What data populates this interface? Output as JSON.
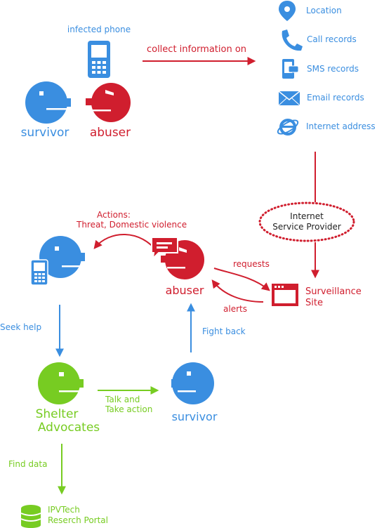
{
  "colors": {
    "red": "#d01e2e",
    "blue": "#3a8ee0",
    "green": "#77cc22",
    "gray": "#444444"
  },
  "top": {
    "infected_phone": "infected phone",
    "collect_info": "collect information on",
    "survivor": "survivor",
    "abuser": "abuser",
    "info_items": [
      {
        "icon": "location-pin-icon",
        "label": "Location"
      },
      {
        "icon": "phone-handset-icon",
        "label": "Call records"
      },
      {
        "icon": "sms-phone-icon",
        "label": "SMS records"
      },
      {
        "icon": "envelope-icon",
        "label": "Email records"
      },
      {
        "icon": "internet-explorer-icon",
        "label": "Internet address"
      }
    ]
  },
  "isp": {
    "line1": "Internet",
    "line2": "Service Provider"
  },
  "middle": {
    "actions_line1": "Actions:",
    "actions_line2": "Threat, Domestic violence",
    "abuser": "abuser",
    "requests": "requests",
    "alerts": "alerts",
    "surveillance_line1": "Surveillance",
    "surveillance_line2": "Site",
    "seek_help": "Seek help",
    "fight_back": "Fight back"
  },
  "bottom": {
    "shelter_line1": "Shelter",
    "shelter_line2": "Advocates",
    "talk_line1": "Talk and",
    "talk_line2": "Take action",
    "survivor": "survivor",
    "find_data": "Find data",
    "portal_line1": "IPVTech",
    "portal_line2": "Reserch Portal"
  }
}
